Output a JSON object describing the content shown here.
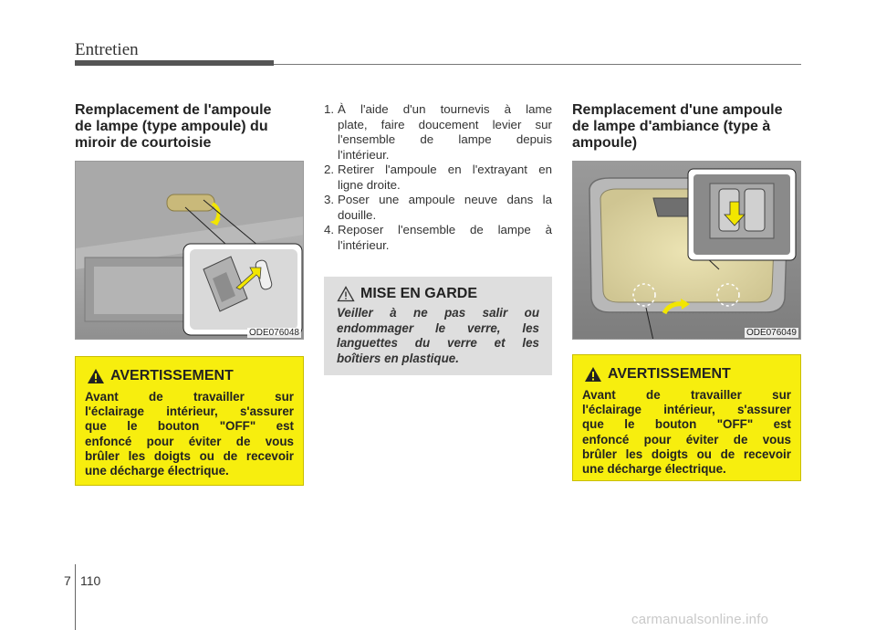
{
  "header": {
    "title": "Entretien"
  },
  "left": {
    "title_lines": [
      "Remplacement de l'ampoule",
      "de lampe (type ampoule) du",
      "miroir de courtoisie"
    ],
    "figure_code": "ODE076048",
    "warning": {
      "heading": "AVERTISSEMENT",
      "lines": [
        "Avant de travailler sur",
        "l'éclairage intérieur, s'assurer",
        "que le bouton \"OFF\" est",
        "enfoncé pour éviter de vous",
        "brûler les doigts ou de recevoir",
        "une décharge électrique."
      ]
    }
  },
  "middle": {
    "steps": [
      {
        "num": "1.",
        "lines": [
          "À l'aide d'un tournevis à lame",
          "plate, faire doucement levier sur",
          "l'ensemble de lampe depuis",
          "l'intérieur."
        ]
      },
      {
        "num": "2.",
        "lines": [
          "Retirer l'ampoule en l'extrayant en",
          "ligne droite."
        ]
      },
      {
        "num": "3.",
        "lines": [
          "Poser une ampoule neuve dans la",
          "douille."
        ]
      },
      {
        "num": "4.",
        "lines": [
          "Reposer l'ensemble de lampe à",
          "l'intérieur."
        ]
      }
    ],
    "caution": {
      "heading": "MISE EN GARDE",
      "lines": [
        "Veiller à ne pas salir ou",
        "endommager le verre, les",
        "languettes du verre et les",
        "boîtiers en plastique."
      ]
    }
  },
  "right": {
    "title_lines": [
      "Remplacement d'une ampoule",
      "de lampe d'ambiance (type à",
      "ampoule)"
    ],
    "figure_code": "ODE076049",
    "warning": {
      "heading": "AVERTISSEMENT",
      "lines": [
        "Avant de travailler sur",
        "l'éclairage intérieur, s'assurer",
        "que le bouton \"OFF\" est",
        "enfoncé pour éviter de vous",
        "brûler les doigts ou de recevoir",
        "une décharge électrique."
      ]
    }
  },
  "footer": {
    "chapter": "7",
    "page": "110",
    "watermark": "carmanualsonline.info"
  },
  "colors": {
    "warning_yellow": "#f7ee0e",
    "caution_gray": "#dedede",
    "arrow_yellow": "#f2e600"
  },
  "icons": {
    "warning": "warning-triangle-icon",
    "caution": "caution-triangle-icon"
  }
}
